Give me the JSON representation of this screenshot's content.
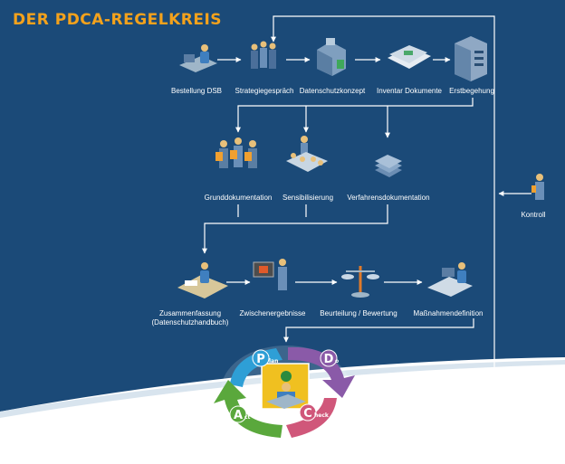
{
  "title": "DER PDCA-REGELKREIS",
  "colors": {
    "background": "#1b4a78",
    "title": "#f4a21c",
    "plan": "#2e9fd6",
    "do": "#8a5aa8",
    "check": "#d0577a",
    "act": "#5aa83c"
  },
  "row1": [
    {
      "label": "Bestellung DSB",
      "icon": "person-at-desk-icon"
    },
    {
      "label": "Strategiegespräch",
      "icon": "group-meeting-icon"
    },
    {
      "label": "Datenschutzkonzept",
      "icon": "building-icon"
    },
    {
      "label": "Inventar Dokumente",
      "icon": "documents-icon"
    },
    {
      "label": "Erstbegehung",
      "icon": "server-rack-icon"
    }
  ],
  "row2": [
    {
      "label": "Grunddokumentation",
      "icon": "people-with-documents-icon"
    },
    {
      "label": "Sensibilisierung",
      "icon": "training-session-icon"
    },
    {
      "label": "Verfahrensdokumentation",
      "icon": "document-stack-icon"
    }
  ],
  "row3": [
    {
      "label": "Zusammenfassung",
      "label2": "(Datenschutzhandbuch)",
      "icon": "desk-work-icon"
    },
    {
      "label": "Zwischenergebnisse",
      "icon": "presentation-icon"
    },
    {
      "label": "Beurteilung / Bewertung",
      "icon": "balance-scale-icon"
    },
    {
      "label": "Maßnahmendefinition",
      "icon": "computer-desk-icon"
    }
  ],
  "control": {
    "label": "Kontroll",
    "icon": "person-checking-icon"
  },
  "cycle": {
    "plan": {
      "initial": "P",
      "rest": "lan"
    },
    "do": {
      "initial": "D",
      "rest": "o"
    },
    "check": {
      "initial": "C",
      "rest": "heck"
    },
    "act": {
      "initial": "A",
      "rest": "ct"
    }
  }
}
